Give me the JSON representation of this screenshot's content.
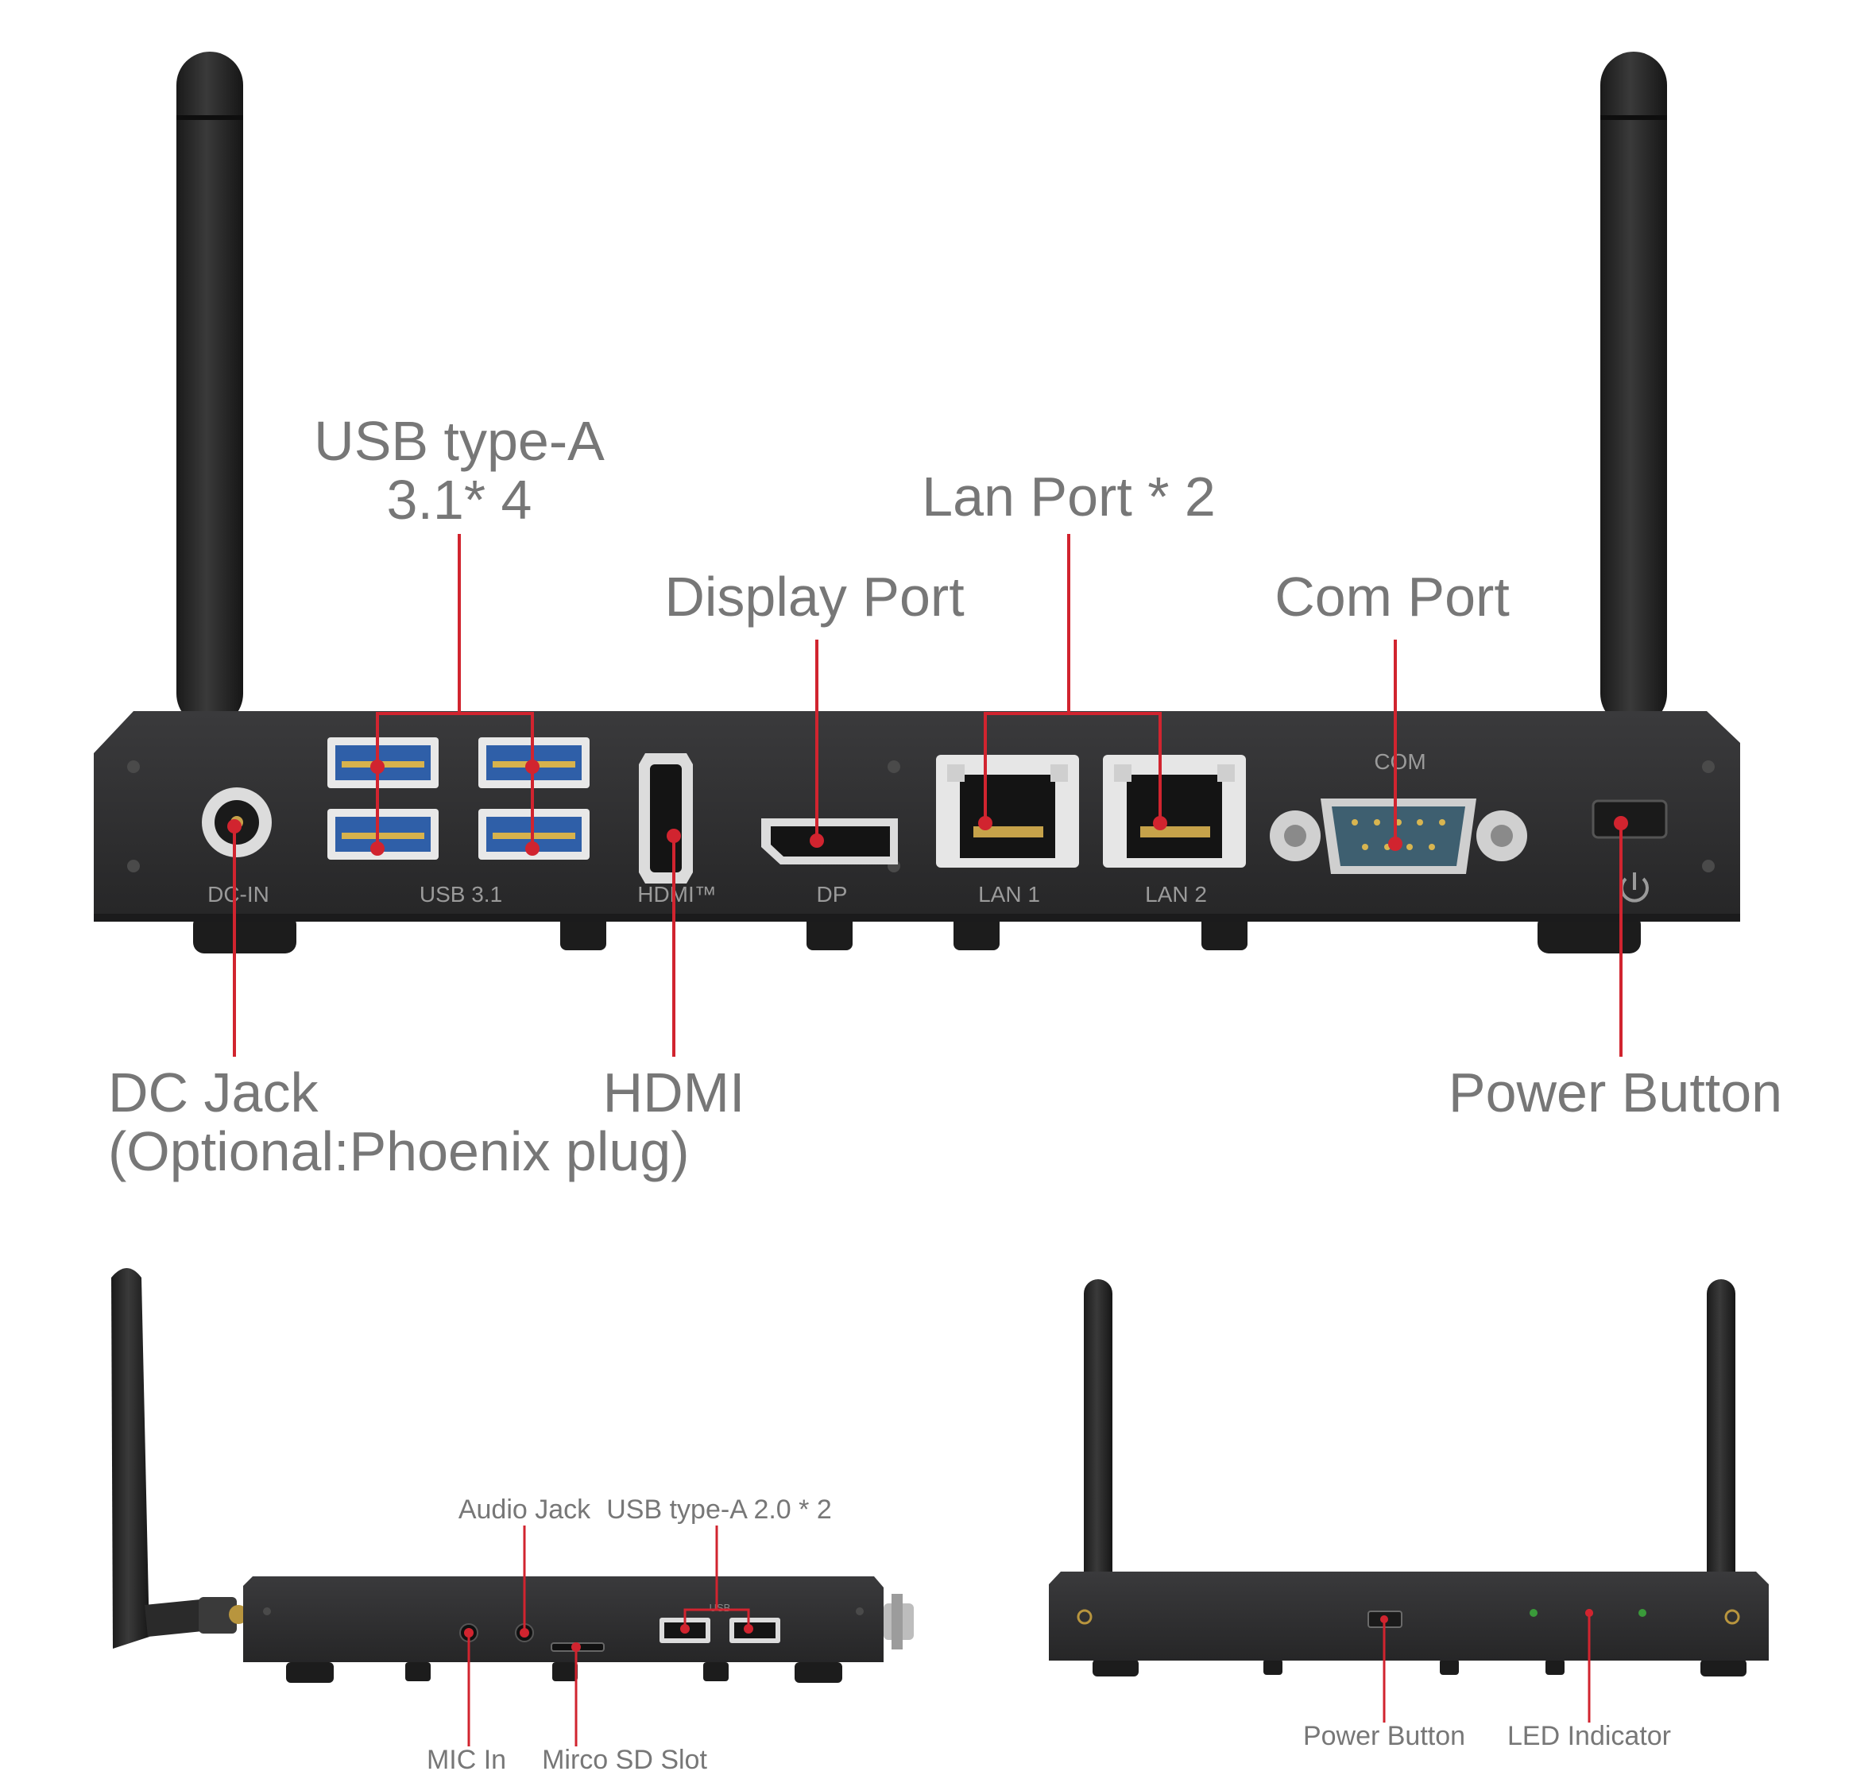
{
  "colors": {
    "callout": "#d1242f",
    "chassis": "#2f2f31",
    "usb_blue": "#2f5fa8",
    "label": "#777777"
  },
  "rear_view": {
    "callouts": {
      "usb": [
        "USB type-A",
        "3.1* 4"
      ],
      "lan": "Lan Port * 2",
      "dp": "Display Port",
      "com": "Com Port",
      "dc": [
        "DC Jack",
        "(Optional:Phoenix plug)"
      ],
      "hdmi": "HDMI",
      "power": "Power Button"
    },
    "silkscreen": {
      "dc_in": "DC-IN",
      "usb31": "USB 3.1",
      "hdmi": "HDMI™",
      "dp": "DP",
      "lan1": "LAN 1",
      "lan2": "LAN 2",
      "com": "COM"
    }
  },
  "side_view": {
    "callouts": {
      "audio": "Audio Jack",
      "usb2": "USB type-A 2.0 * 2",
      "mic": "MIC In",
      "sd": "Mirco SD Slot"
    },
    "silkscreen": {
      "usb": "USB"
    }
  },
  "front_view": {
    "callouts": {
      "power": "Power Button",
      "led": "LED Indicator"
    }
  }
}
